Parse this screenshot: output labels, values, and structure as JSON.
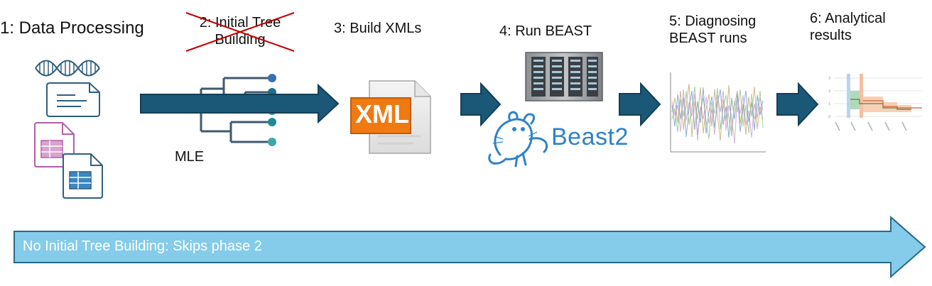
{
  "steps": {
    "step1": "1: Data Processing",
    "step2": "2: Initial Tree\nBuilding",
    "step3": "3: Build XMLs",
    "step4": "4: Run BEAST",
    "step5": "5: Diagnosing\nBEAST runs",
    "step6": "6: Analytical\nresults"
  },
  "mle_label": "MLE",
  "xml_icon_text": "XML",
  "beast2_logo_text": "Beast2",
  "banner": {
    "text": "No Initial Tree Building: Skips phase 2"
  },
  "colors": {
    "dark_arrow": "#1b5878",
    "banner_fill": "#85cbea",
    "strike": "#c00000",
    "xml_orange": "#f07a12",
    "beast_blue": "#2e83c6",
    "icon_blue": "#2f5f7f",
    "table_pink": "#b45ea8",
    "table_blue": "#3a87c4"
  },
  "icons": {
    "dna": "dna-icon",
    "document": "document-icon",
    "spreadsheet_pink": "spreadsheet-icon",
    "spreadsheet_blue": "spreadsheet-icon",
    "tree": "phylogenetic-tree-icon",
    "xml": "xml-file-icon",
    "server": "server-rack-icon",
    "beast2_rat": "beast2-rat-logo-icon",
    "trace": "trace-plot-icon",
    "results": "results-chart-icon"
  }
}
